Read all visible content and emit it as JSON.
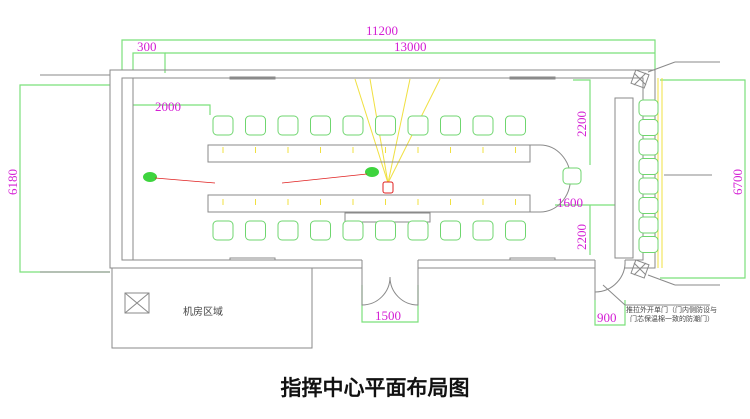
{
  "title": "指挥中心平面布局图",
  "dimensions": {
    "total_width": "11200",
    "inner_width": "13000",
    "wall_offset": "300",
    "left_gap": "2000",
    "left_height": "6180",
    "right_height": "6700",
    "upper_right": "2200",
    "lower_right": "2200",
    "end_gap": "1600",
    "main_door": "1500",
    "side_door": "900"
  },
  "labels": {
    "machine_room": "机房区域",
    "side_door_note_1": "推拉外开单门（门内侧防设与",
    "side_door_note_2": "门芯保温棉一致的防潮门）"
  },
  "layout": {
    "upper_row_chairs": 10,
    "lower_row_chairs": 10,
    "right_row_chairs": 8
  },
  "colors": {
    "dimension_text": "#d41fd4",
    "dimension_line": "#7be07b",
    "chair": "#6fd66f",
    "projection": "#f0e040",
    "marker": "#e02020"
  }
}
